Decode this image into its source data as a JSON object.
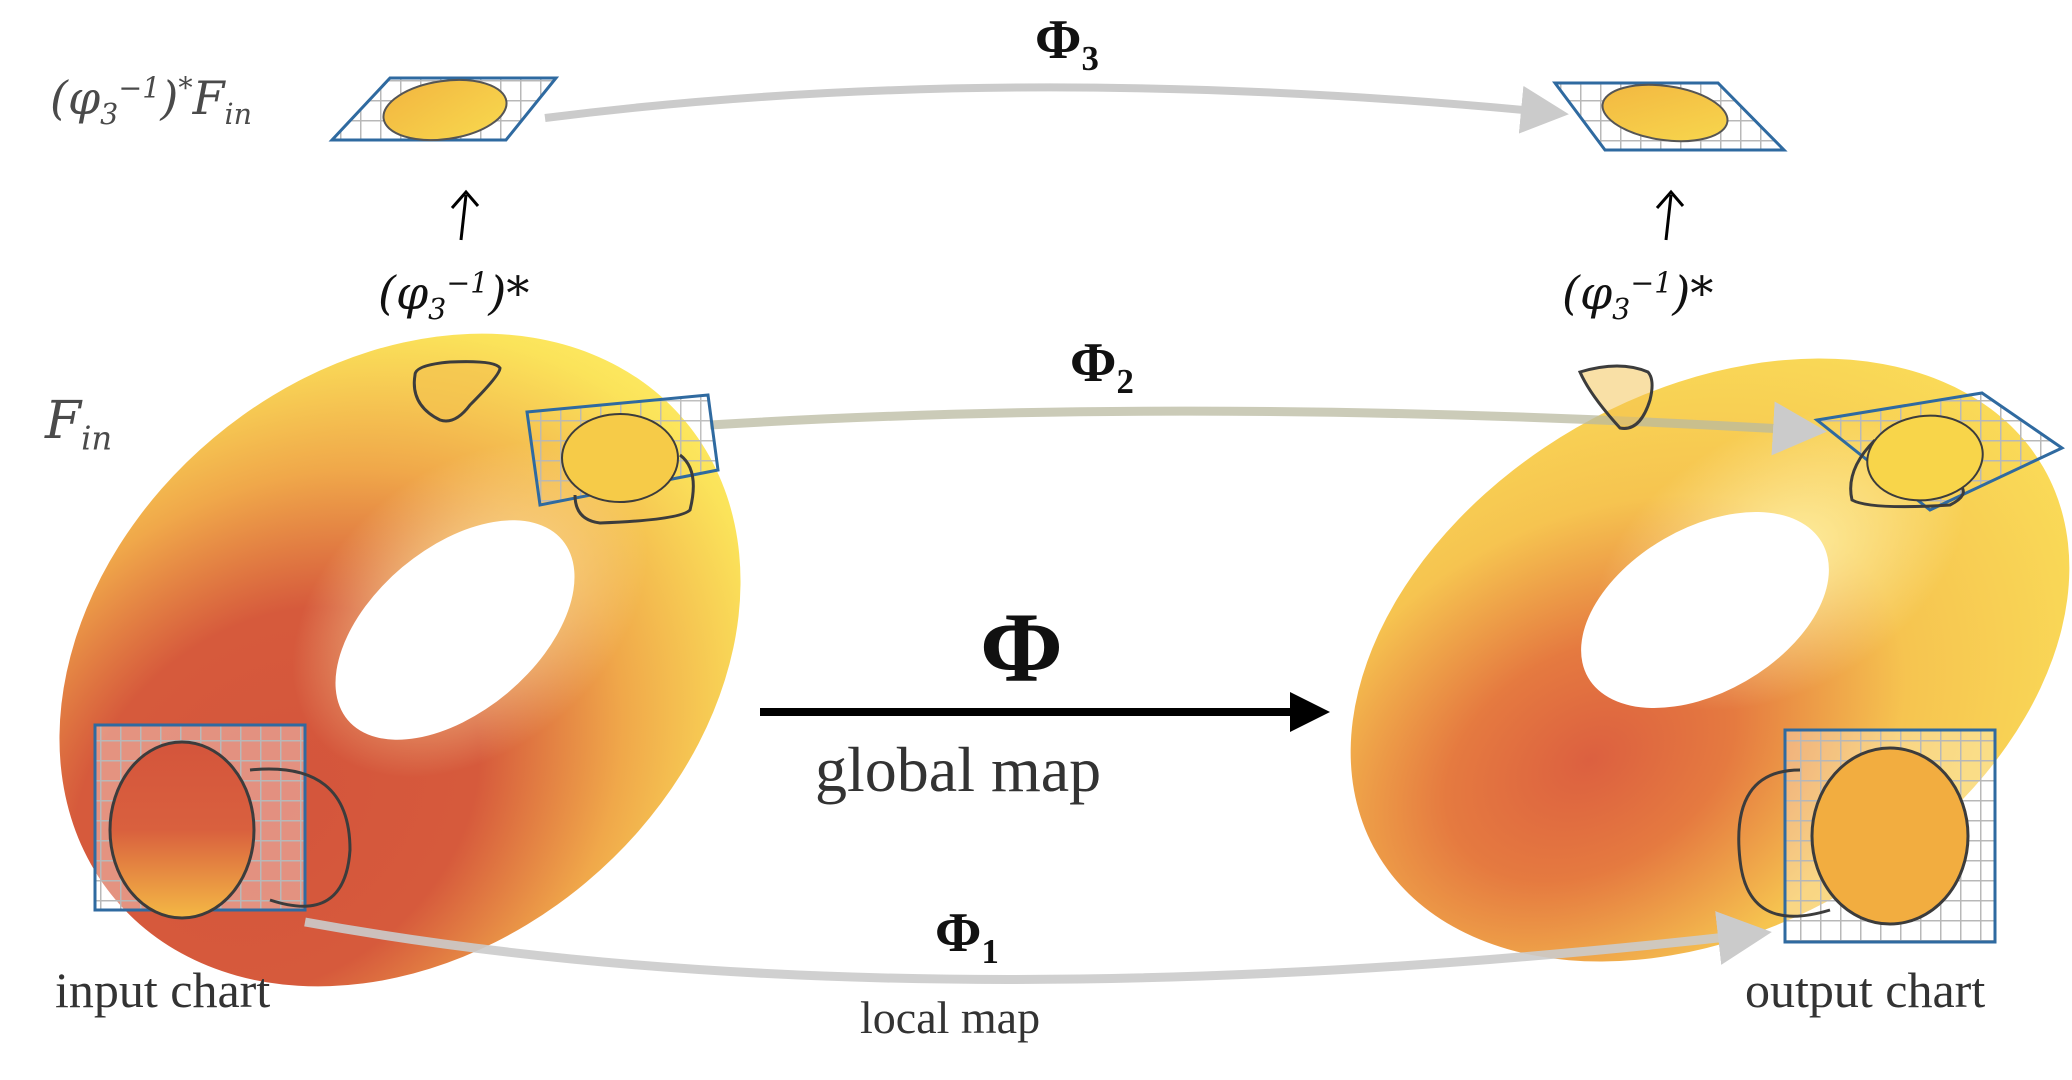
{
  "labels": {
    "pullback_F_in": {
      "paren_open": "(",
      "phi": "φ",
      "sub": "3",
      "sup": "−1",
      "paren_close": ")",
      "star": "*",
      "F": "F",
      "F_sub": "in"
    },
    "F_in": {
      "F": "F",
      "sub": "in"
    },
    "pullback_left": {
      "text_open": "(",
      "phi": "φ",
      "sub": "3",
      "sup": "−1",
      "text_close": ")*"
    },
    "pullback_right": {
      "text_open": "(",
      "phi": "φ",
      "sub": "3",
      "sup": "−1",
      "text_close": ")*"
    },
    "Phi3": {
      "symbol": "Φ",
      "sub": "3"
    },
    "Phi2": {
      "symbol": "Φ",
      "sub": "2"
    },
    "Phi1": {
      "symbol": "Φ",
      "sub": "1"
    },
    "Phi": {
      "symbol": "Φ"
    },
    "global_map": "global map",
    "local_map": "local map",
    "input_chart": "input chart",
    "output_chart": "output chart",
    "up_arrow": "↑"
  },
  "colors": {
    "torus_red": "#d4553c",
    "torus_orange": "#ec9a45",
    "torus_yellow": "#fbe75a",
    "chart_border": "#2f6aa0",
    "grid": "#b8b8b8",
    "arrow_gray": "#cbcbcb",
    "arrow_black": "#000000",
    "outline": "#3c3c3c"
  }
}
